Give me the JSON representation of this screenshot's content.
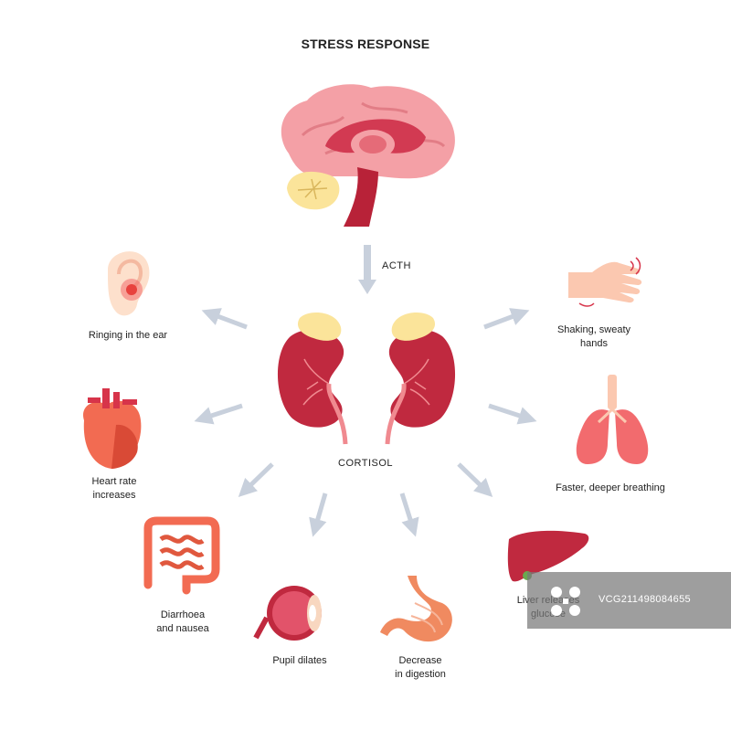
{
  "title": "STRESS RESPONSE",
  "hormones": {
    "acth": "ACTH",
    "cortisol": "CORTISOL"
  },
  "effects": {
    "ear": "Ringing in the ear",
    "hands_1": "Shaking, sweaty",
    "hands_2": "hands",
    "heart_1": "Heart rate",
    "heart_2": "increases",
    "lungs": "Faster, deeper breathing",
    "intestine_1": "Diarrhoea",
    "intestine_2": "and nausea",
    "eye": "Pupil dilates",
    "stomach_1": "Decrease",
    "stomach_2": "in digestion",
    "liver_1": "Liver releases",
    "liver_2": "glucose"
  },
  "watermark": {
    "id": "VCG211498084655"
  },
  "colors": {
    "organ_red": "#c0293f",
    "organ_pink": "#f08a90",
    "gland_yellow": "#fbe49a",
    "arrow": "#c8d0dc"
  }
}
